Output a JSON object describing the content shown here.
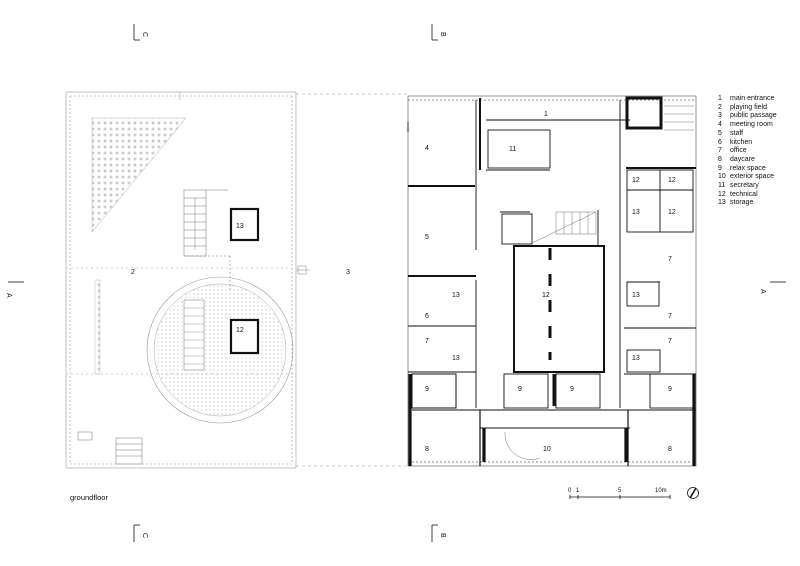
{
  "caption": "groundfloor",
  "legend": [
    {
      "num": "1",
      "label": "main entrance"
    },
    {
      "num": "2",
      "label": "playing field"
    },
    {
      "num": "3",
      "label": "public passage"
    },
    {
      "num": "4",
      "label": "meeting room"
    },
    {
      "num": "5",
      "label": "staff"
    },
    {
      "num": "6",
      "label": "kitchen"
    },
    {
      "num": "7",
      "label": "office"
    },
    {
      "num": "8",
      "label": "daycare"
    },
    {
      "num": "9",
      "label": "relax space"
    },
    {
      "num": "10",
      "label": "exterior space"
    },
    {
      "num": "11",
      "label": "secretary"
    },
    {
      "num": "12",
      "label": "technical"
    },
    {
      "num": "13",
      "label": "storage"
    }
  ],
  "room_labels": {
    "r1": "1",
    "r2": "2",
    "r3": "3",
    "r4": "4",
    "r5": "5",
    "r6": "6",
    "r7a": "7",
    "r7b": "7",
    "r7c": "7",
    "r7d": "7",
    "r8a": "8",
    "r8b": "8",
    "r9a": "9",
    "r9b": "9",
    "r9c": "9",
    "r9d": "9",
    "r10": "10",
    "r11": "11",
    "r12a": "12",
    "r12b": "12",
    "r12c": "12",
    "r12d": "12",
    "r12e": "12",
    "r13a": "13",
    "r13b": "13",
    "r13c": "13",
    "r13d": "13",
    "r13e": "13",
    "r13f": "13"
  },
  "section_marks": {
    "c": "C",
    "b": "B",
    "a": "A"
  },
  "scale_bar": {
    "ticks": [
      "0",
      "1",
      "5",
      "10m"
    ]
  }
}
